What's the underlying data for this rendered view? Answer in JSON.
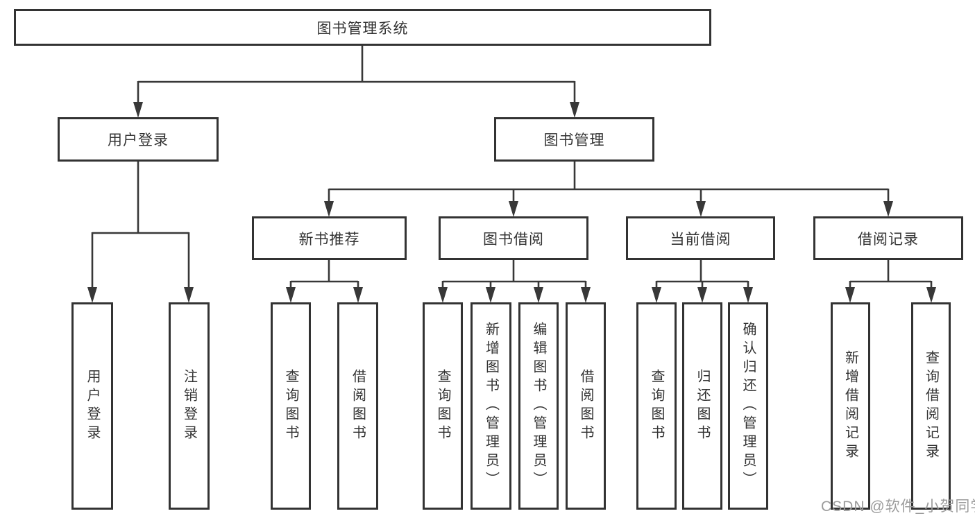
{
  "diagram": {
    "title": "图书管理系统",
    "nodes": {
      "root": "图书管理系统",
      "user_login": "用户登录",
      "book_mgmt": "图书管理",
      "new_books": "新书推荐",
      "book_borrow": "图书借阅",
      "current_borrow": "当前借阅",
      "borrow_records": "借阅记录",
      "leaves": {
        "user_login": [
          "用户登录",
          "注销登录"
        ],
        "new_books": [
          "查询图书",
          "借阅图书"
        ],
        "book_borrow": [
          "查询图书",
          "新增图书（管理员）",
          "编辑图书（管理员）",
          "借阅图书"
        ],
        "current_borrow": [
          "查询图书",
          "归还图书",
          "确认归还（管理员）"
        ],
        "borrow_records": [
          "新增借阅记录",
          "查询借阅记录"
        ]
      }
    },
    "colors": {
      "line": "#383838",
      "box_border": "#333333",
      "box_fill": "#ffffff",
      "text": "#333333",
      "watermark": "#9b9b9b"
    },
    "watermark": "CSDN @软件_小贺同学"
  }
}
